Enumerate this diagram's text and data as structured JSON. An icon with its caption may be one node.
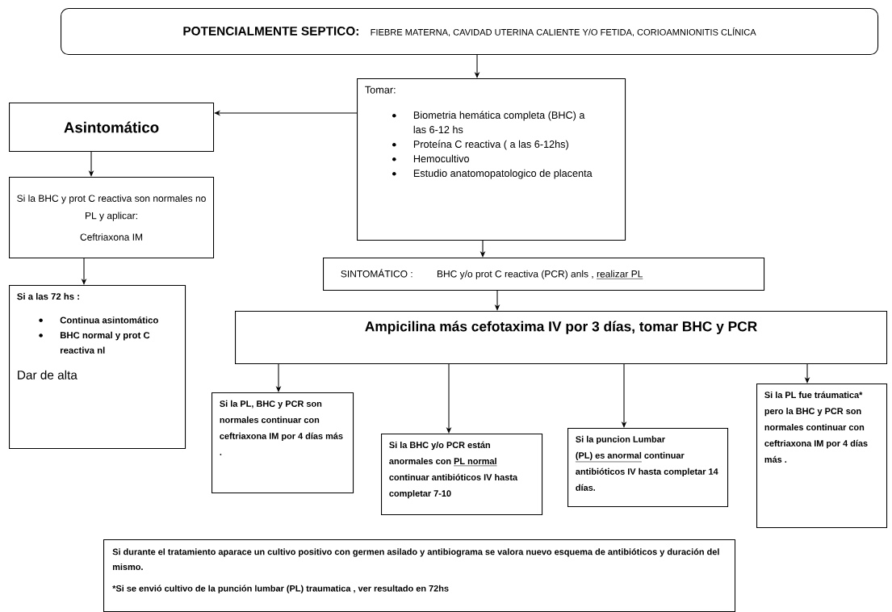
{
  "diagram": {
    "nodes": [
      {
        "text": [
          "POTENCIALMENTE SEPTICO:",
          "FIEBRE MATERNA, CAVIDAD UTERINA CALIENTE Y/O FETIDA, CORIOAMNIONITIS CLÍNICA"
        ]
      },
      {
        "text": [
          "Tomar:",
          "Biometria hemática completa (BHC) a las 6-12 hs",
          "Proteína C reactiva ( a las 6-12hs)",
          "Hemocultivo",
          "Estudio anatomopatologico de placenta"
        ]
      },
      {
        "text": [
          "Asintomático"
        ]
      },
      {
        "text": [
          "Si la BHC y prot C reactiva son normales no PL y aplicar:",
          "Ceftriaxona IM"
        ]
      },
      {
        "text": [
          "Si a las 72 hs :",
          "Continua asintomático",
          "BHC normal y prot C reactiva nl",
          "Dar de alta"
        ]
      },
      {
        "text": [
          "SINTOMÁTICO :",
          "BHC y/o prot C reactiva (PCR) anls ,",
          "realizar PL"
        ]
      },
      {
        "text": [
          "Ampicilina más cefotaxima IV por 3 días, tomar BHC y PCR"
        ]
      },
      {
        "text": [
          "Si la PL, BHC y PCR son normales continuar con ceftriaxona IM por 4 días más ."
        ]
      },
      {
        "text": [
          "Si la BHC y/o PCR están anormales con",
          "PL normal",
          "continuar antibióticos IV hasta completar 7-10"
        ]
      },
      {
        "text": [
          "Si la puncion Lumbar",
          "(PL) es anormal",
          "continuar antibióticos IV hasta completar 14 días."
        ]
      },
      {
        "text": [
          "Si la PL fue tráumatica* pero la BHC y PCR son normales continuar con ceftriaxona IM por 4 días más ."
        ]
      },
      {
        "text": [
          "Si durante el tratamiento aparace un cultivo positivo con germen asilado y antibiograma se valora nuevo esquema de antibióticos y duración del mismo.",
          "*Si se envió cultivo de la punción lumbar (PL) traumatica , ver resultado en 72hs"
        ]
      }
    ],
    "edges": [
      {
        "from": 0,
        "to": 1,
        "arrow": "to"
      },
      {
        "from": 1,
        "to": 2,
        "arrow": "to"
      },
      {
        "from": 2,
        "to": 3,
        "arrow": "to"
      },
      {
        "from": 3,
        "to": 4,
        "arrow": "to"
      },
      {
        "from": 1,
        "to": 5,
        "arrow": "to"
      },
      {
        "from": 5,
        "to": 6,
        "arrow": "to"
      },
      {
        "from": 6,
        "to": 7,
        "arrow": "to"
      },
      {
        "from": 6,
        "to": 8,
        "arrow": "to"
      },
      {
        "from": 6,
        "to": 9,
        "arrow": "to"
      },
      {
        "from": 6,
        "to": 10,
        "arrow": "to"
      }
    ]
  }
}
